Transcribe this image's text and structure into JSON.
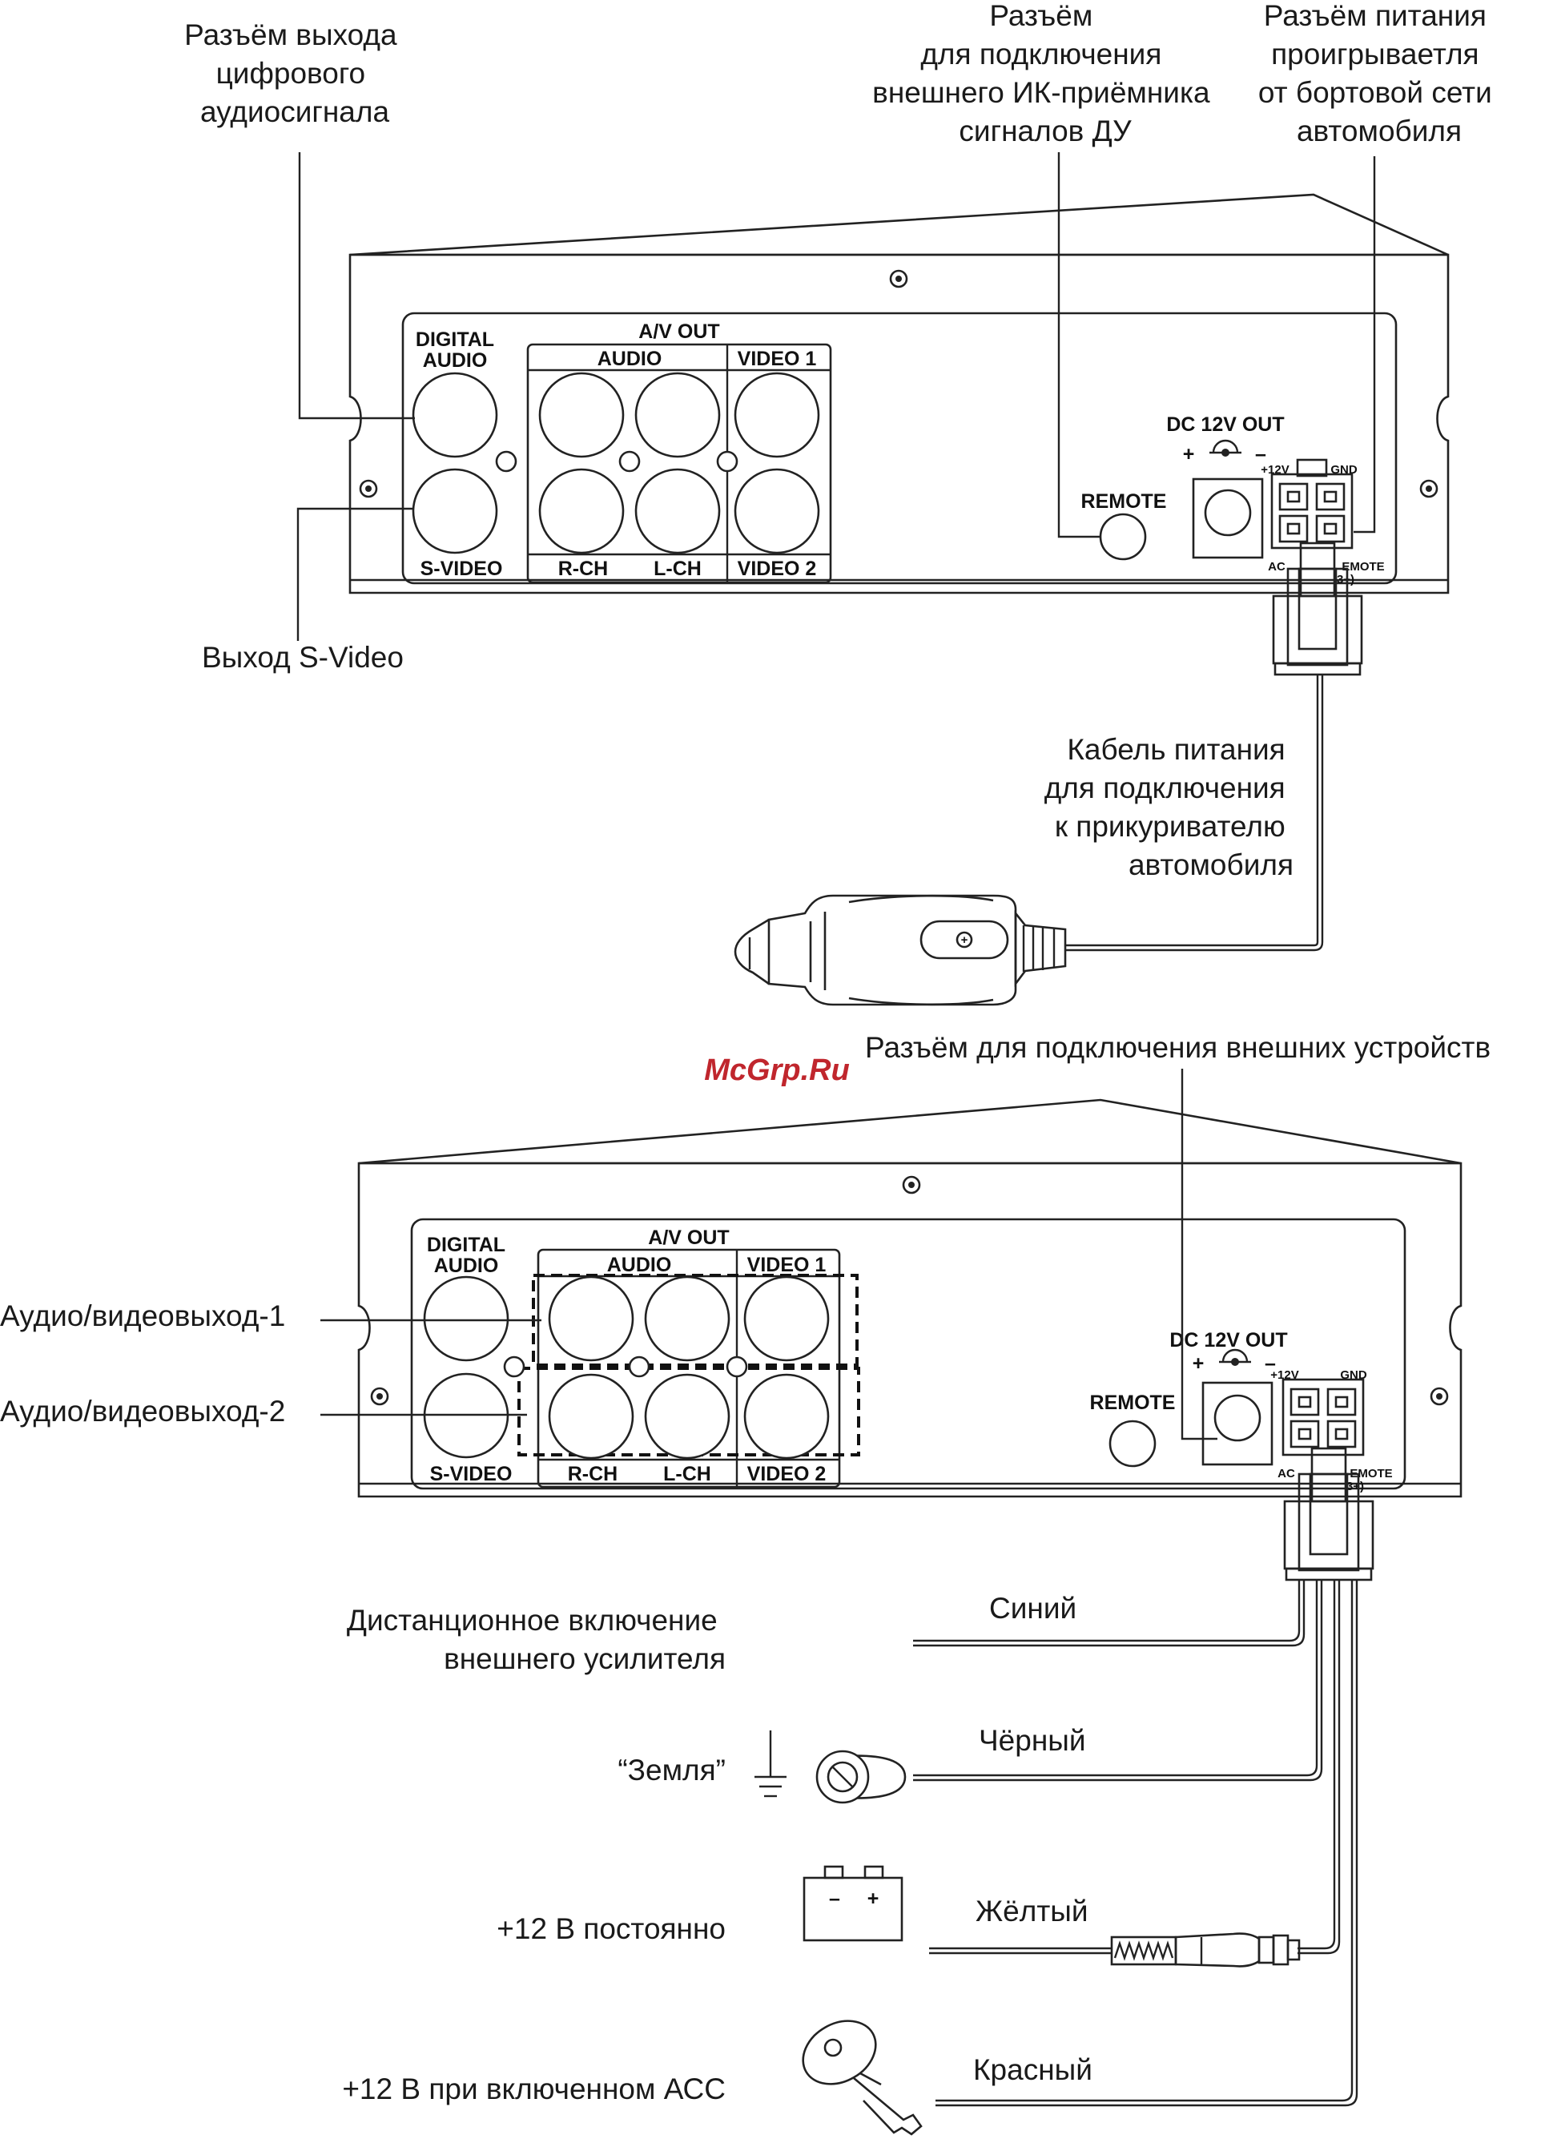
{
  "top_diagram": {
    "callouts": {
      "digital_out": [
        "Разъём выхода",
        "цифрового",
        "аудиосигнала"
      ],
      "ir_receiver": [
        "Разъём",
        "для подключения",
        "внешнего ИК-приёмника",
        "сигналов ДУ"
      ],
      "power_in": [
        "Разъём питания",
        "проигрываетля",
        "от бортовой сети",
        "автомобиля"
      ],
      "s_video": "Выход S-Video",
      "cable": [
        "Кабель питания",
        "для подключения",
        "к прикуривателю",
        "автомобиля"
      ]
    }
  },
  "bottom_diagram": {
    "callouts": {
      "ext_devices": "Разъём для подключения внешних устройств",
      "av_out_1": "Аудио/видеовыход-1",
      "av_out_2": "Аудио/видеовыход-2",
      "remote_amp": [
        "Дистанционное включение",
        "внешнего усилителя"
      ],
      "ground": "“Земля”",
      "plus12_const": "+12 В постоянно",
      "plus12_acc": "+12 В при включенном АСС"
    },
    "wires": {
      "blue": "Синий",
      "black": "Чёрный",
      "yellow": "Жёлтый",
      "red": "Красный"
    }
  },
  "panel": {
    "digital": "DIGITAL",
    "audio_top": "AUDIO",
    "av_out": "A/V OUT",
    "audio": "AUDIO",
    "video1": "VIDEO 1",
    "svideo": "S-VIDEO",
    "rch": "R-CH",
    "lch": "L-CH",
    "video2": "VIDEO 2",
    "remote": "REMOTE",
    "dc_out": "DC 12V OUT",
    "plus": "+",
    "minus": "–",
    "plus12v": "+12V",
    "gnd": "GND",
    "acc": "AC",
    "remote_small": "EMOTE",
    "remote_small2": "3+)"
  },
  "battery": {
    "minus": "–",
    "plus": "+"
  },
  "watermark": "McGrp.Ru"
}
